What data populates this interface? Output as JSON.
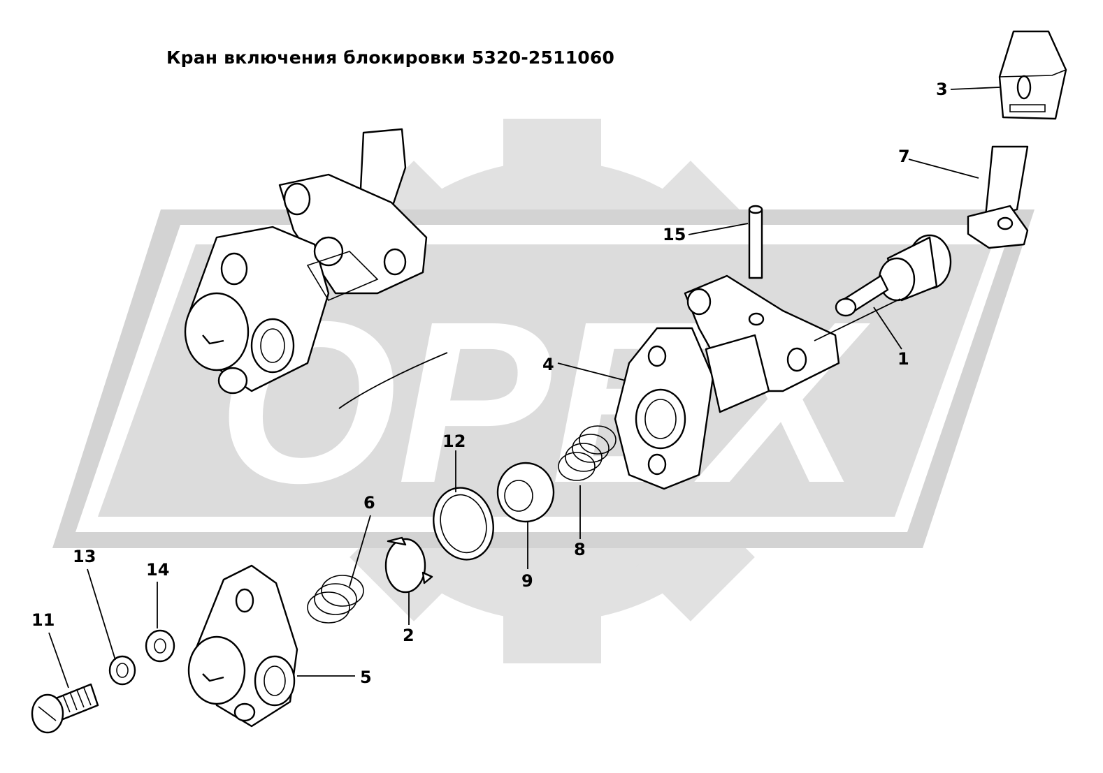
{
  "title": "Кран включения блокировки 5320-2511060",
  "watermark": {
    "text": "OPEX",
    "color": "#d8d8d8",
    "gear_color": "#e1e1e1"
  },
  "colors": {
    "line": "#000000",
    "background": "#ffffff",
    "part_fill": "#ffffff"
  },
  "callouts": [
    {
      "id": "c1",
      "label": "1"
    },
    {
      "id": "c2",
      "label": "2"
    },
    {
      "id": "c3",
      "label": "3"
    },
    {
      "id": "c4",
      "label": "4"
    },
    {
      "id": "c5",
      "label": "5"
    },
    {
      "id": "c6",
      "label": "6"
    },
    {
      "id": "c7",
      "label": "7"
    },
    {
      "id": "c8",
      "label": "8"
    },
    {
      "id": "c9",
      "label": "9"
    },
    {
      "id": "c11",
      "label": "11"
    },
    {
      "id": "c12",
      "label": "12"
    },
    {
      "id": "c13",
      "label": "13"
    },
    {
      "id": "c14",
      "label": "14"
    },
    {
      "id": "c15",
      "label": "15"
    }
  ]
}
